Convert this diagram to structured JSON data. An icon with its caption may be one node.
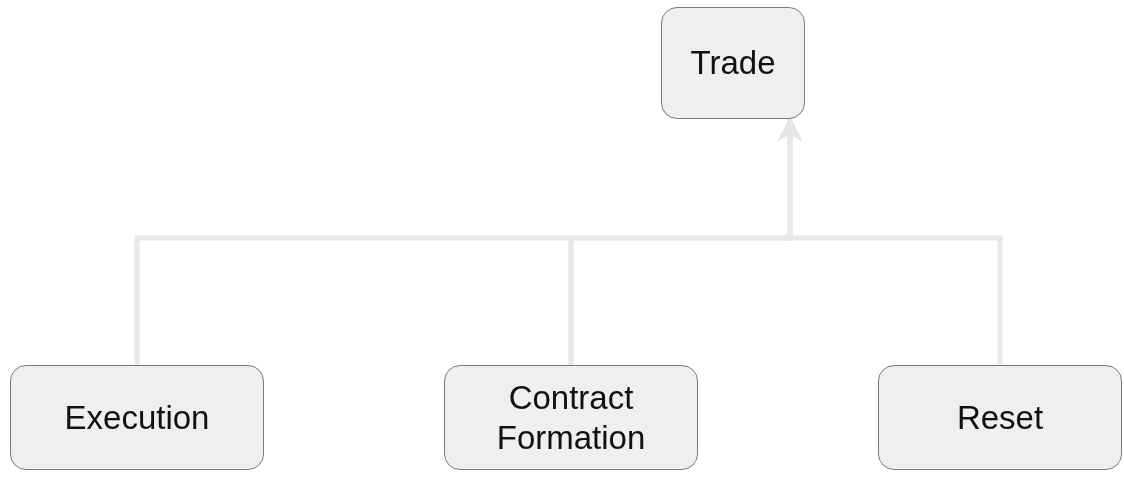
{
  "diagram": {
    "nodes": [
      {
        "text": [
          "Trade"
        ]
      },
      {
        "text": [
          "Execution"
        ]
      },
      {
        "text": [
          "Contract Formation"
        ]
      },
      {
        "text": [
          "Reset"
        ]
      }
    ],
    "edges": [
      {
        "from": 1,
        "to": 0,
        "arrow": "to"
      },
      {
        "from": 2,
        "to": 0,
        "arrow": "to"
      },
      {
        "from": 3,
        "to": 0,
        "arrow": "to"
      }
    ]
  }
}
